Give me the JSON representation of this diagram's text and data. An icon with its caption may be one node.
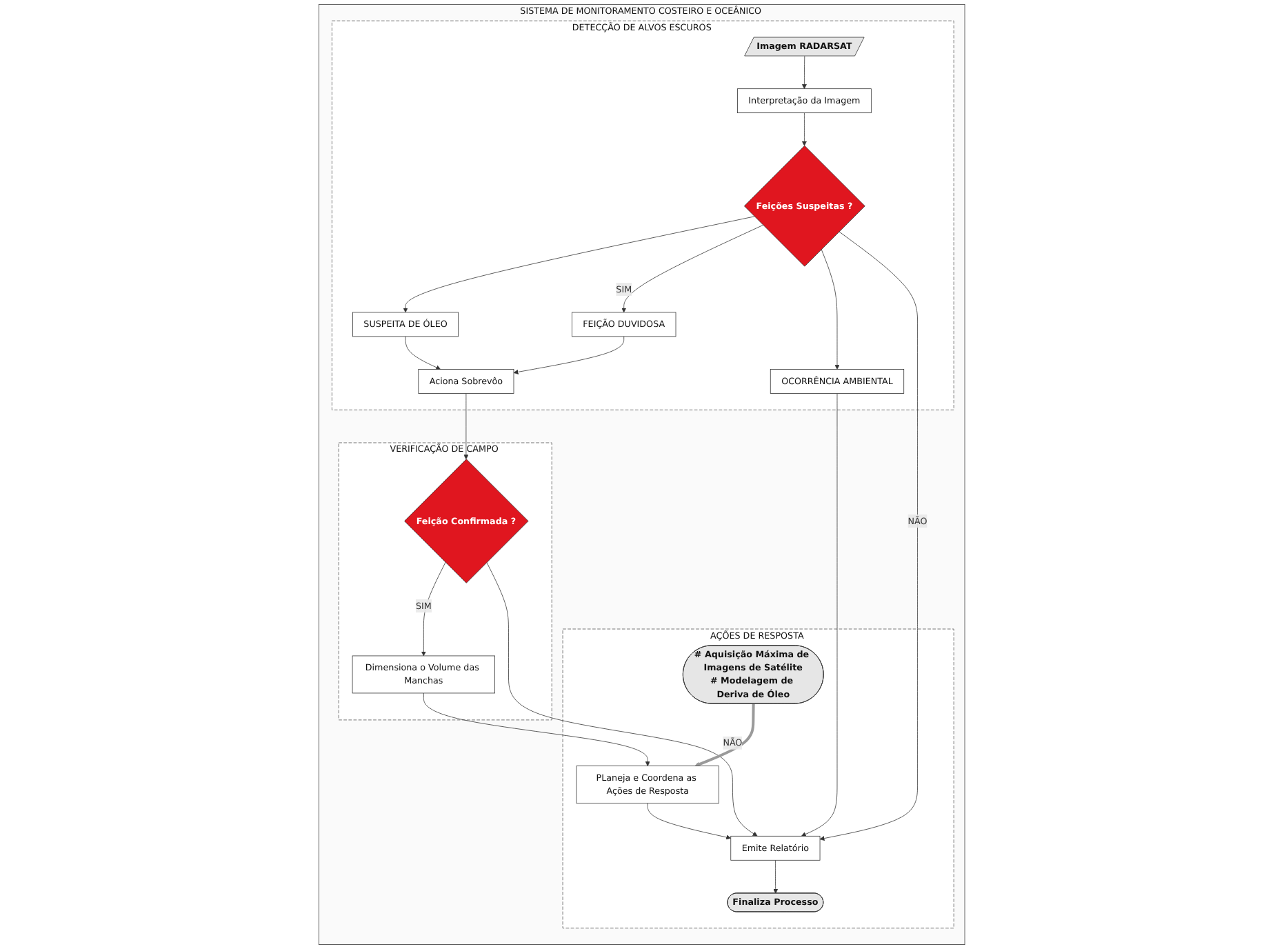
{
  "diagram": {
    "nodes": [
      {
        "text": [
          "SISTEMA DE MONITORAMENTO COSTEIRO E OCEÂNICO"
        ]
      },
      {
        "text": [
          "DETECÇÃO DE ALVOS ESCUROS"
        ],
        "in": 0
      },
      {
        "text": [
          "VERIFICAÇÃO DE CAMPO"
        ],
        "in": 0
      },
      {
        "text": [
          "AÇÕES DE RESPOSTA"
        ],
        "in": 0
      },
      {
        "text": [
          "Imagem RADARSAT"
        ],
        "in": 1
      },
      {
        "text": [
          "Interpretação da Imagem"
        ],
        "in": 1
      },
      {
        "text": [
          "Feições Suspeitas ?"
        ],
        "in": 1
      },
      {
        "text": [
          "SUSPEITA DE ÓLEO"
        ],
        "in": 1
      },
      {
        "text": [
          "FEIÇÃO DUVIDOSA"
        ],
        "in": 1
      },
      {
        "text": [
          "OCORRÊNCIA AMBIENTAL"
        ],
        "in": 1
      },
      {
        "text": [
          "Aciona Sobrevôo"
        ],
        "in": 1
      },
      {
        "text": [
          "Feição Confirmada ?"
        ],
        "in": 2
      },
      {
        "text": [
          "Dimensiona o Volume das Manchas"
        ],
        "in": 2
      },
      {
        "text": [
          "# Aquisição Máxima de Imagens de Satélite",
          "# Modelagem de Deriva de Óleo"
        ],
        "in": 3
      },
      {
        "text": [
          "PLaneja e Coordena as Ações de Resposta"
        ],
        "in": 3
      },
      {
        "text": [
          "Emite Relatório"
        ],
        "in": 3
      },
      {
        "text": [
          "Finaliza Processo"
        ],
        "in": 3
      }
    ],
    "edges": [
      {
        "from": 4,
        "to": 5,
        "arrow": "to"
      },
      {
        "from": 5,
        "to": 6,
        "arrow": "to"
      },
      {
        "from": 6,
        "to": 7,
        "arrow": "to"
      },
      {
        "from": 6,
        "to": 8,
        "label": "SIM",
        "arrow": "to"
      },
      {
        "from": 6,
        "to": 9,
        "arrow": "to"
      },
      {
        "from": 6,
        "to": 15,
        "label": "NÃO",
        "arrow": "to"
      },
      {
        "from": 7,
        "to": 10,
        "arrow": "to"
      },
      {
        "from": 8,
        "to": 10,
        "arrow": "to"
      },
      {
        "from": 10,
        "to": 11,
        "arrow": "to"
      },
      {
        "from": 11,
        "to": 12,
        "label": "SIM",
        "arrow": "to"
      },
      {
        "from": 11,
        "to": 15,
        "label": "NÃO",
        "arrow": "to"
      },
      {
        "from": 9,
        "to": 15,
        "arrow": "to"
      },
      {
        "from": 12,
        "to": 14,
        "arrow": "to"
      },
      {
        "from": 13,
        "to": 14,
        "arrow": "to",
        "style": "thick",
        "color": "#9a9a9a"
      },
      {
        "from": 14,
        "to": 15,
        "arrow": "to"
      },
      {
        "from": 15,
        "to": 16,
        "arrow": "to"
      }
    ]
  }
}
